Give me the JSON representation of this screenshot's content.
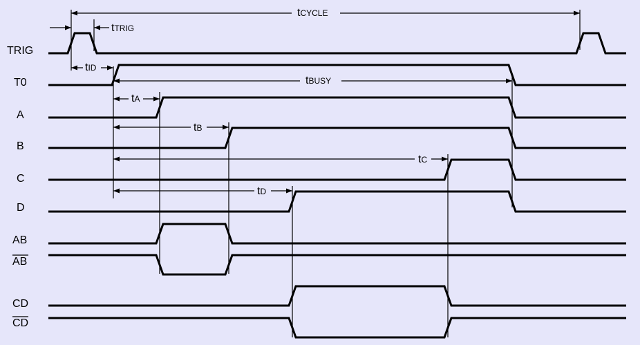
{
  "signals": {
    "trig": "TRIG",
    "t0": "T0",
    "a": "A",
    "b": "B",
    "c": "C",
    "d": "D",
    "ab": "AB",
    "ab_bar": "AB",
    "cd": "CD",
    "cd_bar": "CD"
  },
  "timings": {
    "cycle": {
      "t": "t",
      "sub": "CYCLE"
    },
    "trig": {
      "t": "t",
      "sub": "TRIG"
    },
    "id": {
      "t": "t",
      "sub": "ID"
    },
    "busy": {
      "t": "t",
      "sub": "BUSY"
    },
    "a": {
      "t": "t",
      "sub": "A"
    },
    "b": {
      "t": "t",
      "sub": "B"
    },
    "c": {
      "t": "t",
      "sub": "C"
    },
    "d": {
      "t": "t",
      "sub": "D"
    }
  },
  "colors": {
    "background": "#e6e6fa",
    "ink": "#000000"
  }
}
